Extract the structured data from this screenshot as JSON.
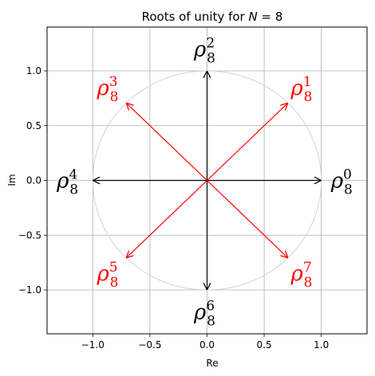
{
  "chart_data": {
    "type": "scatter",
    "title": "Roots of unity for N = 8",
    "title_parts": {
      "text": "Roots of unity for ",
      "var": "N",
      "eq": " = 8"
    },
    "xlabel": "Re",
    "ylabel": "Im",
    "xlim": [
      -1.4,
      1.4
    ],
    "ylim": [
      -1.4,
      1.4
    ],
    "grid": true,
    "xticks": [
      -1.0,
      -0.5,
      0.0,
      0.5,
      1.0
    ],
    "yticks": [
      -1.0,
      -0.5,
      0.0,
      0.5,
      1.0
    ],
    "xtick_labels": [
      "−1.0",
      "−0.5",
      "0.0",
      "0.5",
      "1.0"
    ],
    "ytick_labels": [
      "−1.0",
      "−0.5",
      "0.0",
      "0.5",
      "1.0"
    ],
    "unit_circle": {
      "radius": 1.0,
      "color": "#d3d3d3"
    },
    "N": 8,
    "roots": [
      {
        "k": 0,
        "re": 1.0,
        "im": 0.0,
        "color": "#000000",
        "label_base": "ρ",
        "label_sub": "8",
        "label_sup": "0"
      },
      {
        "k": 1,
        "re": 0.7071,
        "im": 0.7071,
        "color": "#ff0000",
        "label_base": "ρ",
        "label_sub": "8",
        "label_sup": "1"
      },
      {
        "k": 2,
        "re": 0.0,
        "im": 1.0,
        "color": "#000000",
        "label_base": "ρ",
        "label_sub": "8",
        "label_sup": "2"
      },
      {
        "k": 3,
        "re": -0.7071,
        "im": 0.7071,
        "color": "#ff0000",
        "label_base": "ρ",
        "label_sub": "8",
        "label_sup": "3"
      },
      {
        "k": 4,
        "re": -1.0,
        "im": 0.0,
        "color": "#000000",
        "label_base": "ρ",
        "label_sub": "8",
        "label_sup": "4"
      },
      {
        "k": 5,
        "re": -0.7071,
        "im": -0.7071,
        "color": "#ff0000",
        "label_base": "ρ",
        "label_sub": "8",
        "label_sup": "5"
      },
      {
        "k": 6,
        "re": 0.0,
        "im": -1.0,
        "color": "#000000",
        "label_base": "ρ",
        "label_sub": "8",
        "label_sup": "6"
      },
      {
        "k": 7,
        "re": 0.7071,
        "im": -0.7071,
        "color": "#ff0000",
        "label_base": "ρ",
        "label_sub": "8",
        "label_sup": "7"
      }
    ]
  }
}
